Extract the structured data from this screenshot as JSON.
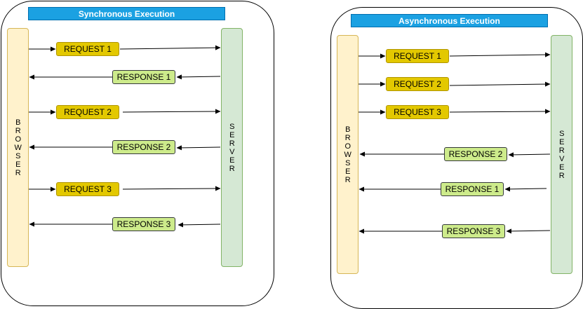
{
  "sync": {
    "title": "Synchronous Execution",
    "browser_label": "BROWSER",
    "server_label": "SERVER",
    "requests": [
      "REQUEST 1",
      "REQUEST 2",
      "REQUEST 3"
    ],
    "responses": [
      "RESPONSE 1",
      "RESPONSE 2",
      "RESPONSE 3"
    ]
  },
  "async": {
    "title": "Asynchronous Execution",
    "browser_label": "BROWSER",
    "server_label": "SERVER",
    "requests": [
      "REQUEST 1",
      "REQUEST 2",
      "REQUEST 3"
    ],
    "responses": [
      "RESPONSE 2",
      "RESPONSE 1",
      "RESPONSE 3"
    ]
  },
  "colors": {
    "title_fill": "#1ba1e2",
    "browser_fill": "#fff2cc",
    "server_fill": "#d5e8d4",
    "request_fill": "#e3c800",
    "response_fill": "#cdeb8b"
  }
}
